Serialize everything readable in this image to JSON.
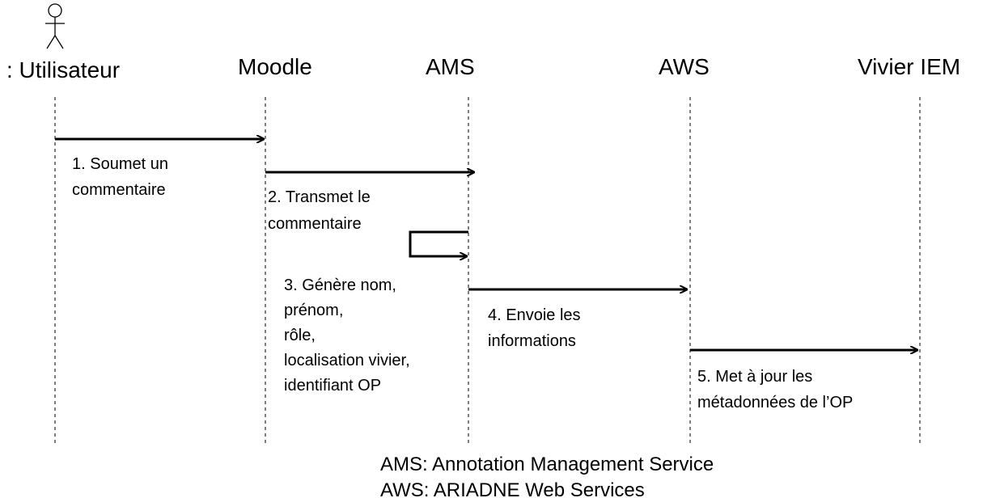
{
  "participants": [
    {
      "id": "utilisateur",
      "label": ": Utilisateur",
      "icon": "actor-icon"
    },
    {
      "id": "moodle",
      "label": "Moodle"
    },
    {
      "id": "ams",
      "label": "AMS"
    },
    {
      "id": "aws",
      "label": "AWS"
    },
    {
      "id": "vivier",
      "label": "Vivier IEM"
    }
  ],
  "messages": [
    {
      "id": "m1",
      "from": "utilisateur",
      "to": "moodle",
      "lines": [
        "1. Soumet un",
        "commentaire"
      ]
    },
    {
      "id": "m2",
      "from": "moodle",
      "to": "ams",
      "lines": [
        "2. Transmet le",
        "commentaire"
      ]
    },
    {
      "id": "m3",
      "from": "ams",
      "to": "ams",
      "lines": [
        "3. Génère nom,",
        "prénom,",
        "rôle,",
        "localisation vivier,",
        "identifiant OP"
      ]
    },
    {
      "id": "m4",
      "from": "ams",
      "to": "aws",
      "lines": [
        "4. Envoie les",
        "informations"
      ]
    },
    {
      "id": "m5",
      "from": "aws",
      "to": "vivier",
      "lines": [
        "5. Met à jour les",
        "métadonnées de l’OP"
      ]
    }
  ],
  "legend": [
    "AMS: Annotation Management Service",
    "AWS: ARIADNE Web Services"
  ]
}
